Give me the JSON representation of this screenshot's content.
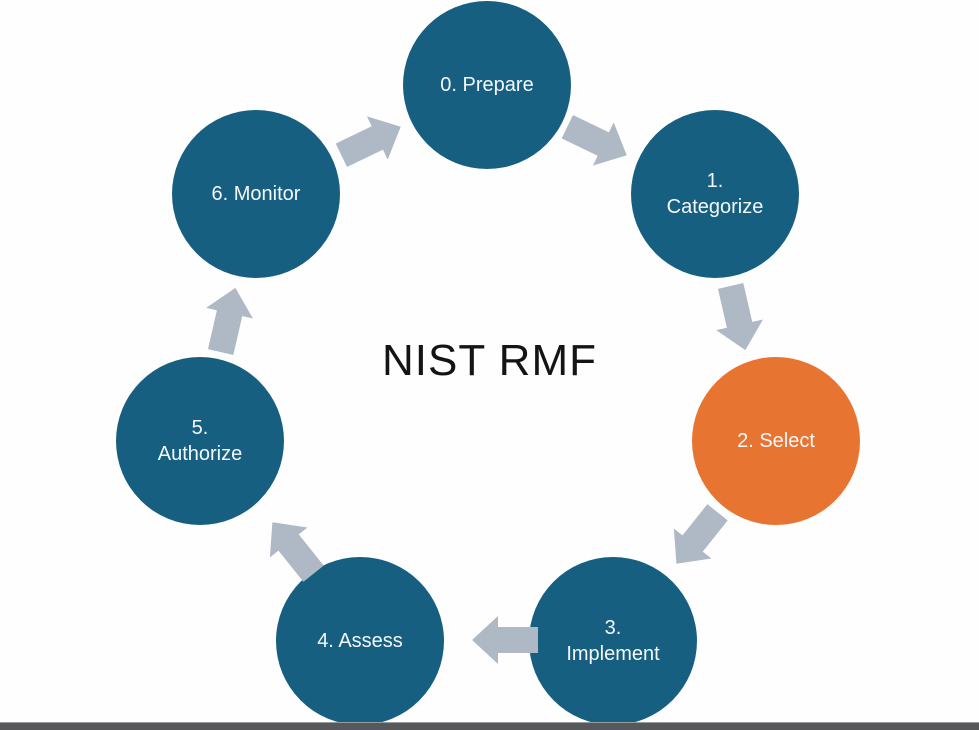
{
  "title": "NIST RMF",
  "steps": [
    {
      "id": "0",
      "label": "0. Prepare"
    },
    {
      "id": "1",
      "label": "1.\nCategorize"
    },
    {
      "id": "2",
      "label": "2. Select"
    },
    {
      "id": "3",
      "label": "3.\nImplement"
    },
    {
      "id": "4",
      "label": "4. Assess"
    },
    {
      "id": "5",
      "label": "5.\nAuthorize"
    },
    {
      "id": "6",
      "label": "6. Monitor"
    }
  ],
  "colors": {
    "node": "#175F80",
    "accent_node": "#E87431",
    "arrow": "#AFB9C6",
    "node_text": "#F4F8FA",
    "title_text": "#141414",
    "footer_bar": "#57585A",
    "background": "#FEFEFE"
  }
}
